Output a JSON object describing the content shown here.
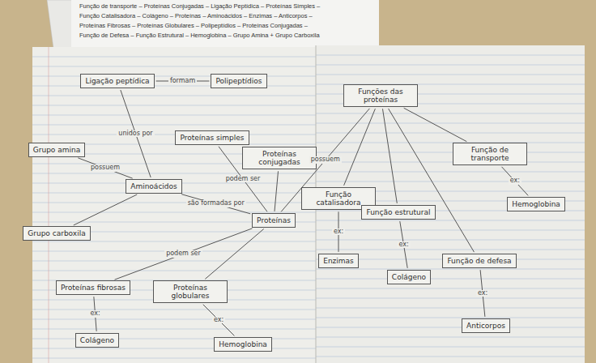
{
  "diagram": {
    "nodes": [
      {
        "text": [
          "Proteínas"
        ]
      },
      {
        "text": [
          "Aminoácidos"
        ]
      },
      {
        "text": [
          "Ligação peptídica"
        ]
      },
      {
        "text": [
          "Polipeptídios"
        ]
      },
      {
        "text": [
          "Grupo amina"
        ]
      },
      {
        "text": [
          "Grupo carboxila"
        ]
      },
      {
        "text": [
          "Proteínas simples"
        ]
      },
      {
        "text": [
          "Proteínas conjugadas"
        ]
      },
      {
        "text": [
          "Proteínas fibrosas"
        ]
      },
      {
        "text": [
          "Proteínas globulares"
        ]
      },
      {
        "text": [
          "Colágeno"
        ]
      },
      {
        "text": [
          "Hemoglobina"
        ]
      },
      {
        "text": [
          "Funções das proteínas"
        ]
      },
      {
        "text": [
          "Função de transporte"
        ]
      },
      {
        "text": [
          "Função catalisadora"
        ]
      },
      {
        "text": [
          "Função estrutural"
        ]
      },
      {
        "text": [
          "Função de defesa"
        ]
      },
      {
        "text": [
          "Enzimas"
        ]
      },
      {
        "text": [
          "Colágeno"
        ]
      },
      {
        "text": [
          "Anticorpos"
        ]
      },
      {
        "text": [
          "Hemoglobina"
        ]
      }
    ],
    "edges": [
      {
        "from": 0,
        "to": 1,
        "arrow": "none",
        "label": "são formadas por"
      },
      {
        "from": 1,
        "to": 2,
        "arrow": "none",
        "label": "unidos por"
      },
      {
        "from": 2,
        "to": 3,
        "arrow": "none",
        "label": "formam"
      },
      {
        "from": 1,
        "to": 4,
        "arrow": "none",
        "label": "possuem"
      },
      {
        "from": 1,
        "to": 5,
        "arrow": "none"
      },
      {
        "from": 0,
        "to": 6,
        "arrow": "none",
        "label": "podem ser"
      },
      {
        "from": 0,
        "to": 7,
        "arrow": "none"
      },
      {
        "from": 0,
        "to": 8,
        "arrow": "none",
        "label": "podem ser"
      },
      {
        "from": 0,
        "to": 9,
        "arrow": "none"
      },
      {
        "from": 8,
        "to": 10,
        "arrow": "none",
        "label": "ex:"
      },
      {
        "from": 9,
        "to": 11,
        "arrow": "none",
        "label": "ex:"
      },
      {
        "from": 0,
        "to": 12,
        "arrow": "none",
        "label": "possuem"
      },
      {
        "from": 12,
        "to": 13,
        "arrow": "none"
      },
      {
        "from": 12,
        "to": 14,
        "arrow": "none"
      },
      {
        "from": 12,
        "to": 15,
        "arrow": "none"
      },
      {
        "from": 12,
        "to": 16,
        "arrow": "none"
      },
      {
        "from": 13,
        "to": 20,
        "arrow": "none",
        "label": "ex:"
      },
      {
        "from": 14,
        "to": 17,
        "arrow": "none",
        "label": "ex:"
      },
      {
        "from": 15,
        "to": 18,
        "arrow": "none",
        "label": "ex:"
      },
      {
        "from": 16,
        "to": 19,
        "arrow": "none",
        "label": "ex:"
      }
    ],
    "labels": [
      "Função de transporte – Proteínas Conjugadas – Ligação Peptídica – Proteínas Simples –",
      "Função Catalisadora – Colágeno – Proteínas – Aminoácidos – Enzimas – Anticorpos –",
      "Proteínas Fibrosas – Proteínas Globulares – Polipeptídios – Proteínas Conjugadas –",
      "Função de Defesa – Função Estrutural – Hemoglobina – Grupo Amina + Grupo Carboxila"
    ]
  }
}
